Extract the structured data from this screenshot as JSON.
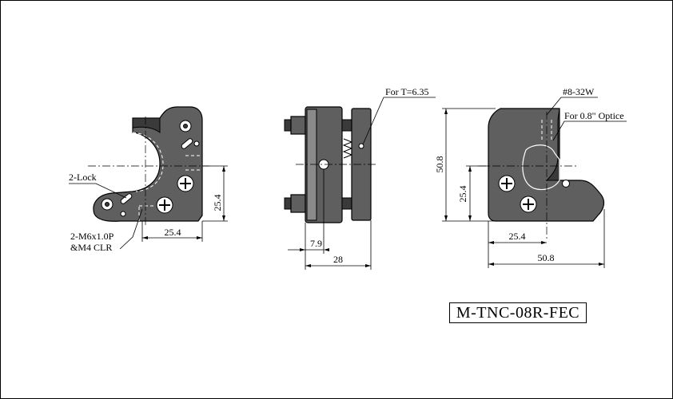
{
  "model": "M-TNC-08R-FEC",
  "front_view": {
    "callouts": {
      "lock": "2-Lock",
      "thread_line1": "2-M6x1.0P",
      "thread_line2": "&M4 CLR"
    },
    "dims": {
      "height": "25.4",
      "width": "25.4"
    }
  },
  "side_view": {
    "callouts": {
      "thickness": "For T=6.35"
    },
    "dims": {
      "offset": "7.9",
      "depth": "28"
    }
  },
  "back_view": {
    "callouts": {
      "tap": "#8-32W",
      "optic": "For 0.8\" Optice"
    },
    "dims": {
      "height_total": "50.8",
      "height_center": "25.4",
      "width_center": "25.4",
      "width_total": "50.8"
    }
  }
}
